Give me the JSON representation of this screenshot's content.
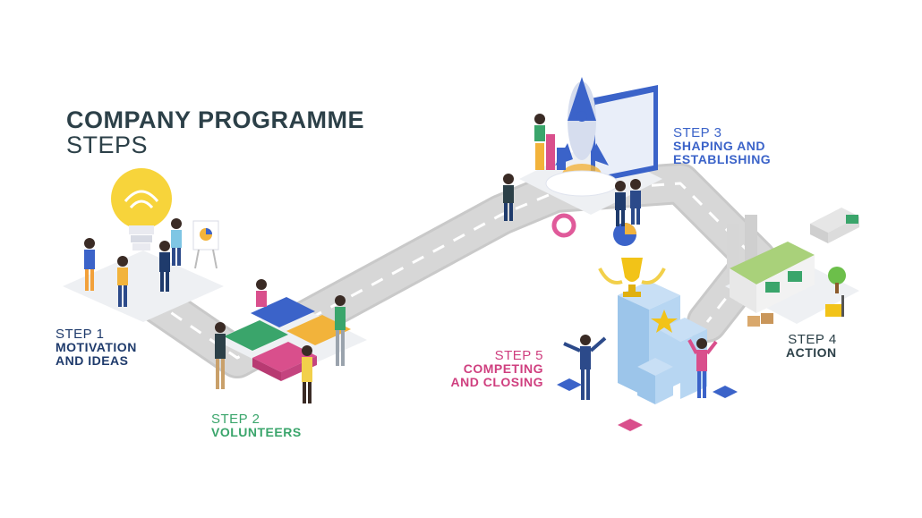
{
  "title": {
    "line1": "COMPANY PROGRAMME",
    "line2": "STEPS"
  },
  "steps": [
    {
      "num": "STEP 1",
      "label_lines": [
        "MOTIVATION",
        "AND IDEAS"
      ],
      "color": "#1f3b6c"
    },
    {
      "num": "STEP 2",
      "label_lines": [
        "VOLUNTEERS"
      ],
      "color": "#3aa56b"
    },
    {
      "num": "STEP 3",
      "label_lines": [
        "SHAPING AND",
        "ESTABLISHING"
      ],
      "color": "#3b63c9"
    },
    {
      "num": "STEP 4",
      "label_lines": [
        "ACTION"
      ],
      "color": "#2c4048"
    },
    {
      "num": "STEP 5",
      "label_lines": [
        "COMPETING",
        "AND CLOSING"
      ],
      "color": "#cf3f7f"
    }
  ],
  "colors": {
    "road": "#d7d7d7",
    "road_edge": "#c9c9c9",
    "road_dash": "#ffffff",
    "title": "#2c4048"
  }
}
